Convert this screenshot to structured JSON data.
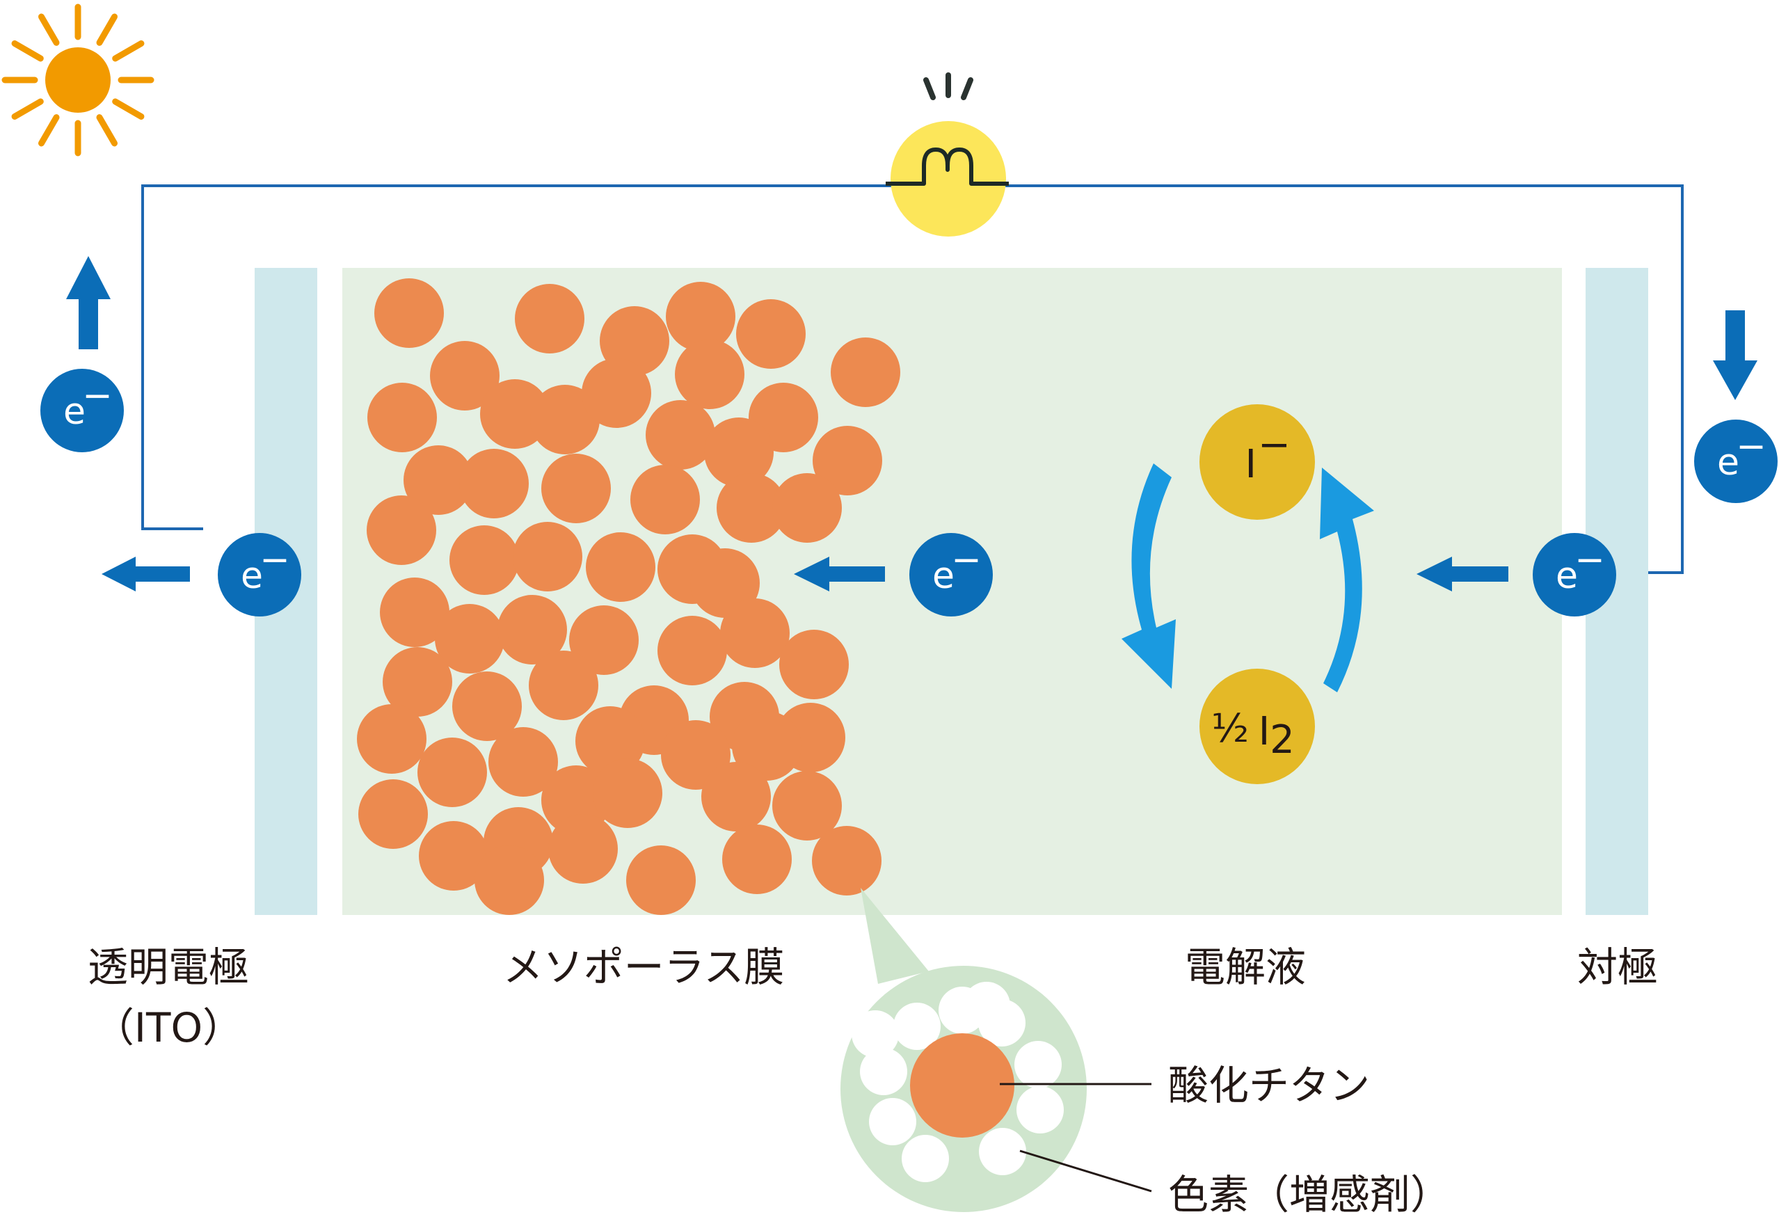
{
  "labels": {
    "transparent_electrode": "透明電極",
    "transparent_electrode_sub": "（ITO）",
    "mesoporous_film": "メソポーラス膜",
    "electrolyte": "電解液",
    "counter_electrode": "対極",
    "titanium_oxide": "酸化チタン",
    "dye": "色素（増感剤）"
  },
  "electron": {
    "symbol": "e",
    "charge": "−"
  },
  "ions": {
    "iodide": {
      "symbol": "I",
      "charge": "−"
    },
    "iodine": {
      "coefficient": "½",
      "symbol": "I",
      "subscript": "2"
    }
  },
  "colors": {
    "electrode": "#cfe8ec",
    "electrolyte": "#e5f0e3",
    "tio2": "#ec8a4f",
    "electron": "#0b6db7",
    "cycle_arrow": "#1a9ae0",
    "ion": "#e4b927",
    "bulb": "#fce65a",
    "sun": "#f29a00",
    "wire": "#1d67b1",
    "zoom": "#cfe5cd"
  },
  "icons": {
    "sun": "sun-icon",
    "bulb": "light-bulb-icon",
    "arrow": "arrow-icon",
    "cycle": "redox-cycle-arrow"
  }
}
